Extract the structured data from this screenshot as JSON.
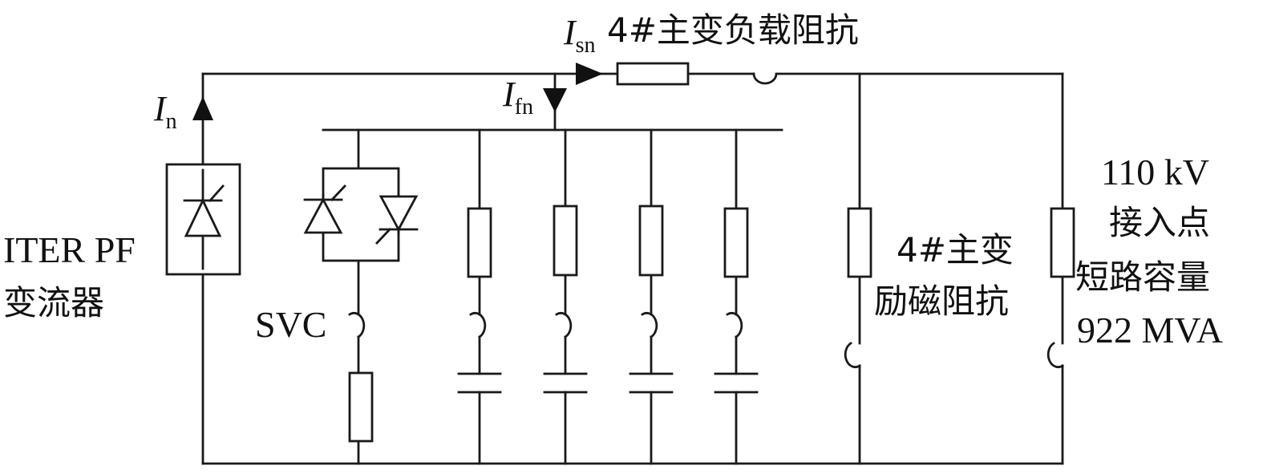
{
  "labels": {
    "i_n": {
      "main": "I",
      "sub": "n"
    },
    "i_sn": {
      "main": "I",
      "sub": "sn"
    },
    "i_fn": {
      "main": "I",
      "sub": "fn"
    },
    "load_impedance": "4#主变负载阻抗",
    "converter_line1": "ITER PF",
    "converter_line2": "变流器",
    "svc": "SVC",
    "excitation_line1": "4#主变",
    "excitation_line2": "励磁阻抗",
    "grid_line1": "110 kV",
    "grid_line2": "接入点",
    "grid_line3": "短路容量",
    "grid_line4": "922 MVA"
  }
}
